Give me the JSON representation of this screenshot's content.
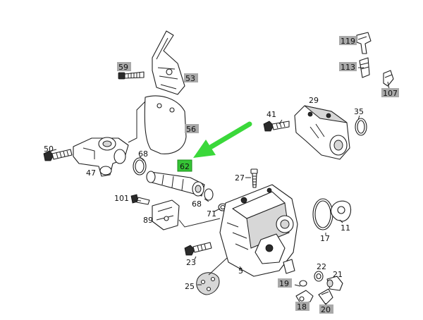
{
  "diagram": {
    "plain_labels": [
      {
        "id": "p50",
        "text": "50"
      },
      {
        "id": "p47",
        "text": "47"
      },
      {
        "id": "p68a",
        "text": "68"
      },
      {
        "id": "p68b",
        "text": "68"
      },
      {
        "id": "p71",
        "text": "71"
      },
      {
        "id": "p101",
        "text": "101"
      },
      {
        "id": "p89",
        "text": "89"
      },
      {
        "id": "p23",
        "text": "23"
      },
      {
        "id": "p25",
        "text": "25"
      },
      {
        "id": "p5",
        "text": "5"
      },
      {
        "id": "p27",
        "text": "27"
      },
      {
        "id": "p41",
        "text": "41"
      },
      {
        "id": "p29",
        "text": "29"
      },
      {
        "id": "p35",
        "text": "35"
      },
      {
        "id": "p17",
        "text": "17"
      },
      {
        "id": "p11",
        "text": "11"
      },
      {
        "id": "p22",
        "text": "22"
      },
      {
        "id": "p21",
        "text": "21"
      }
    ],
    "tagged_labels": [
      {
        "id": "t59",
        "text": "59"
      },
      {
        "id": "t53",
        "text": "53"
      },
      {
        "id": "t56",
        "text": "56"
      },
      {
        "id": "t119",
        "text": "119"
      },
      {
        "id": "t113",
        "text": "113"
      },
      {
        "id": "t107",
        "text": "107"
      },
      {
        "id": "t19",
        "text": "19"
      },
      {
        "id": "t18",
        "text": "18"
      },
      {
        "id": "t20",
        "text": "20"
      }
    ],
    "highlighted_label": {
      "id": "h62",
      "text": "62"
    },
    "colors": {
      "highlight": "#35c435",
      "arrow": "#3ad83a",
      "tag_background": "#a9a9a9",
      "line": "#222222"
    }
  }
}
